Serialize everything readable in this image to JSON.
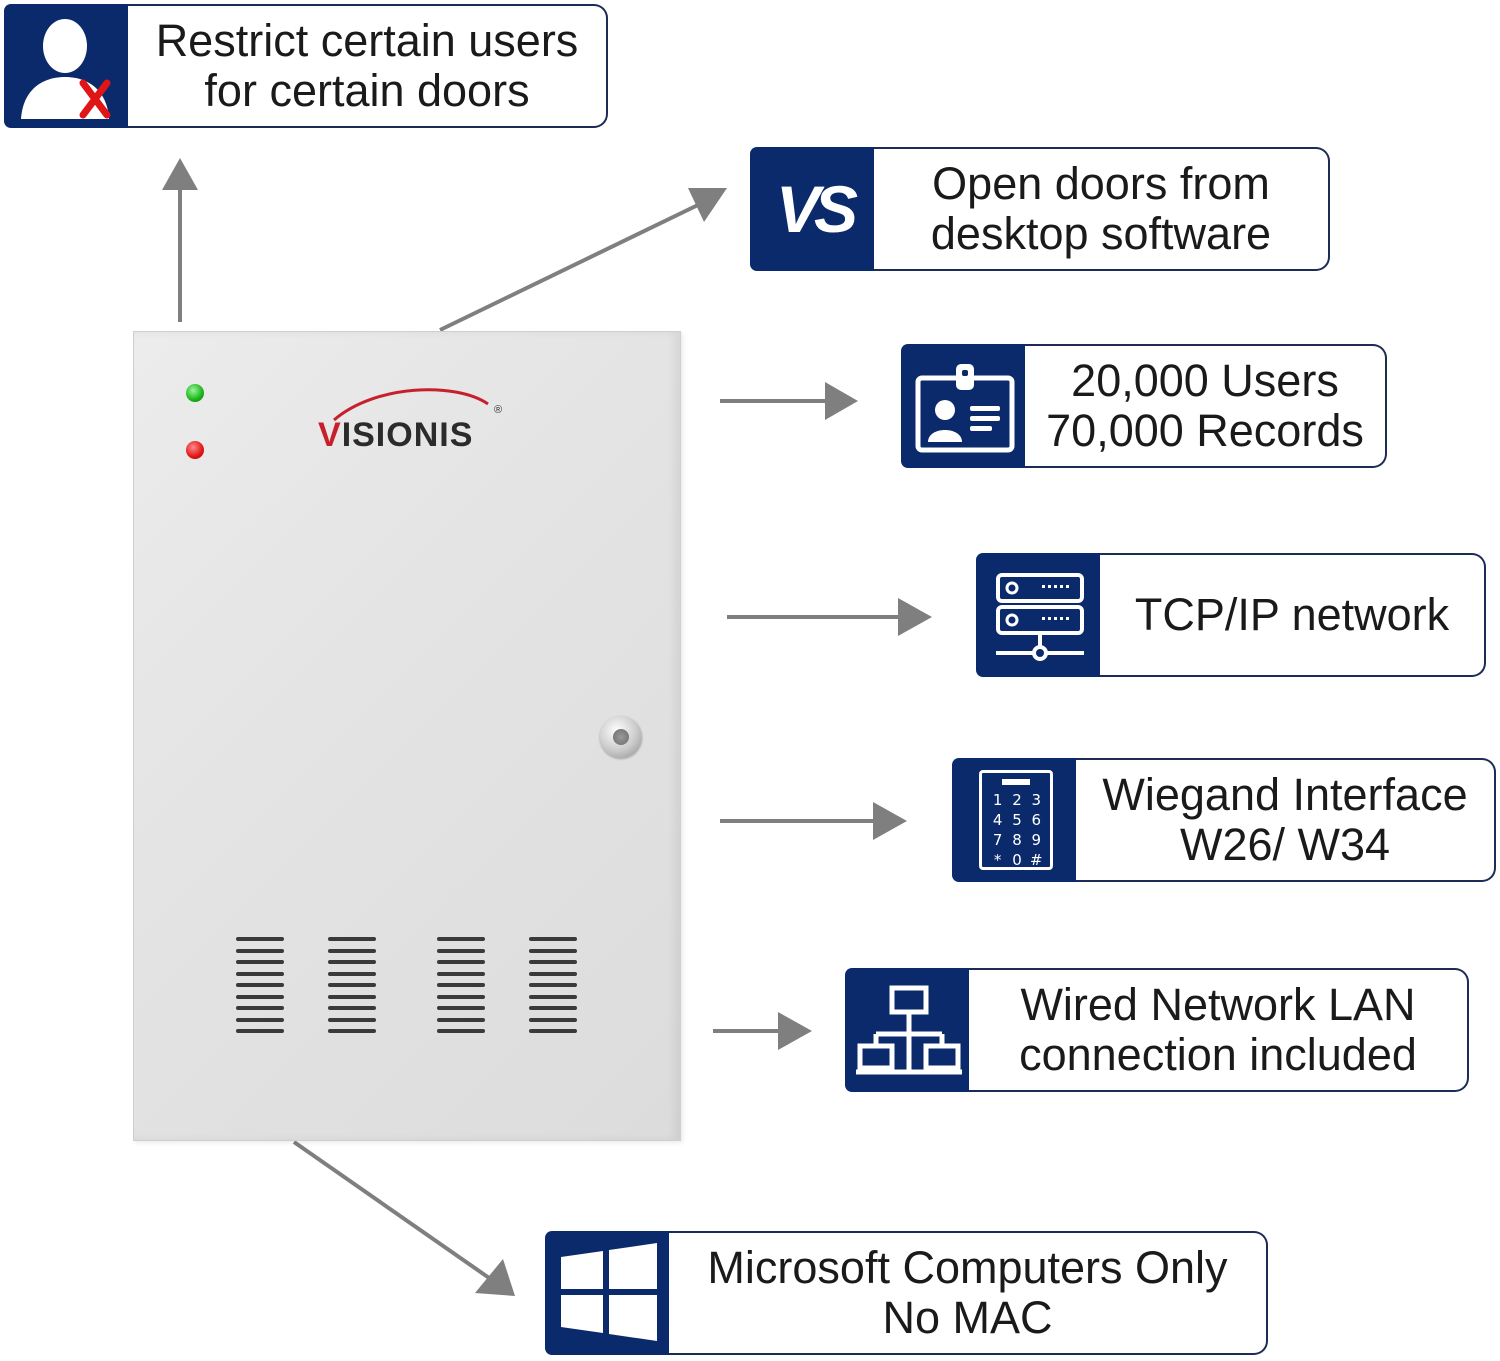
{
  "device": {
    "brand": "VISIONIS",
    "brand_first_letter": "V",
    "brand_rest": "ISIONIS",
    "registered_mark": "®",
    "led_colors": [
      "#18b418",
      "#e01515"
    ]
  },
  "callouts": [
    {
      "id": "restrict",
      "icon": "user-denied-icon",
      "lines": [
        "Restrict certain users",
        "for certain doors"
      ]
    },
    {
      "id": "desktop",
      "icon": "vs-software-icon",
      "icon_text": "VS",
      "lines": [
        "Open doors from",
        "desktop software"
      ]
    },
    {
      "id": "users",
      "icon": "id-badge-icon",
      "lines": [
        "20,000 Users",
        "70,000 Records"
      ]
    },
    {
      "id": "tcpip",
      "icon": "server-network-icon",
      "lines": [
        "TCP/IP network"
      ]
    },
    {
      "id": "wiegand",
      "icon": "keypad-icon",
      "keypad_keys": [
        "1",
        "2",
        "3",
        "4",
        "5",
        "6",
        "7",
        "8",
        "9",
        "*",
        "0",
        "#"
      ],
      "lines": [
        "Wiegand Interface",
        "W26/ W34"
      ]
    },
    {
      "id": "lan",
      "icon": "network-tree-icon",
      "lines": [
        "Wired Network LAN",
        "connection included"
      ]
    },
    {
      "id": "microsoft",
      "icon": "windows-logo-icon",
      "lines": [
        "Microsoft Computers Only",
        "No MAC"
      ]
    }
  ],
  "colors": {
    "icon_background": "#0b2a6b",
    "arrow": "#7f7f7f",
    "box_border": "#1d2c57",
    "x_mark": "#e01515"
  }
}
